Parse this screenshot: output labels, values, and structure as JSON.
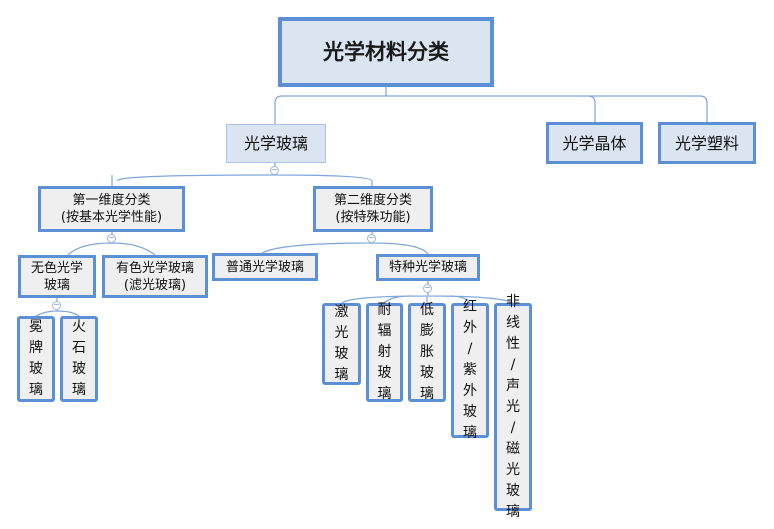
{
  "root": {
    "label": "光学材料分类"
  },
  "level1": [
    {
      "label": "光学玻璃"
    },
    {
      "label": "光学晶体"
    },
    {
      "label": "光学塑料"
    }
  ],
  "dimensions": [
    {
      "line1": "第一维度分类",
      "line2": "(按基本光学性能)"
    },
    {
      "line1": "第二维度分类",
      "line2": "(按特殊功能)"
    }
  ],
  "dim1_children": [
    {
      "line1": "无色光学",
      "line2": "玻璃"
    },
    {
      "line1": "有色光学玻璃",
      "line2": "(滤光玻璃)"
    }
  ],
  "colorless_children": [
    {
      "chars": [
        "冕",
        "牌",
        "玻",
        "璃"
      ]
    },
    {
      "chars": [
        "火",
        "石",
        "玻",
        "璃"
      ]
    }
  ],
  "dim2_children": [
    {
      "label": "普通光学玻璃"
    },
    {
      "label": "特种光学玻璃"
    }
  ],
  "special_children": [
    {
      "chars": [
        "激",
        "光",
        "玻",
        "璃"
      ]
    },
    {
      "chars": [
        "耐",
        "辐",
        "射",
        "玻",
        "璃"
      ]
    },
    {
      "chars": [
        "低",
        "膨",
        "胀",
        "玻",
        "璃"
      ]
    },
    {
      "chars": [
        "红",
        "外",
        "/",
        "紫",
        "外",
        "玻",
        "璃"
      ]
    },
    {
      "chars": [
        "非",
        "线",
        "性",
        "/",
        "声",
        "光",
        "/",
        "磁",
        "光",
        "玻",
        "璃"
      ]
    }
  ],
  "toggle_symbol": "−"
}
